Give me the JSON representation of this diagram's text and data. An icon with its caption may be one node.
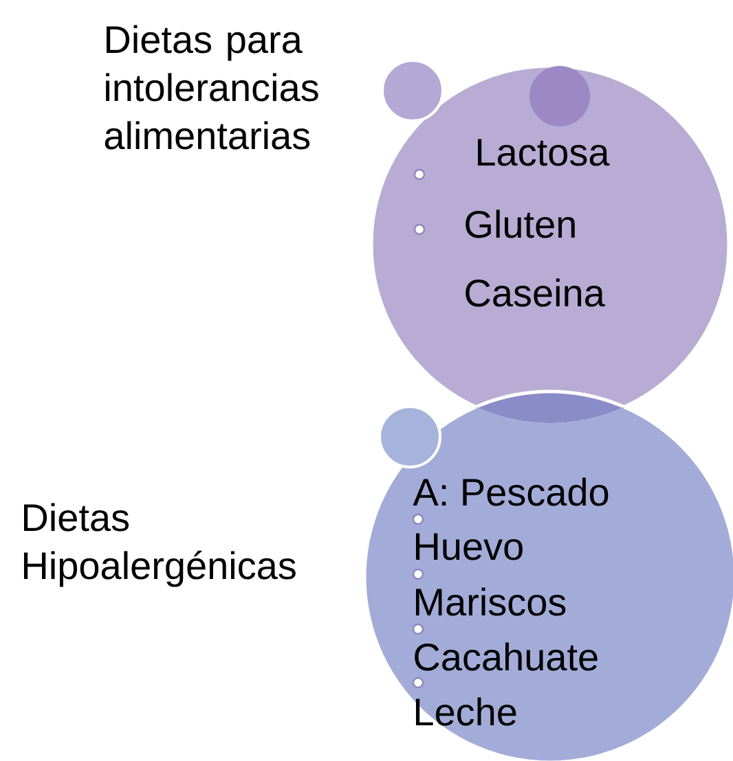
{
  "diagram": {
    "nodes": [
      {
        "text": [
          "Dietas para intolerancias alimentarias",
          "Lactosa",
          "Gluten",
          "Caseina"
        ]
      },
      {
        "text": [
          "Dietas Hipoalergénicas",
          "A: Pescado",
          "Huevo",
          "Mariscos",
          "Cacahuate",
          "Leche"
        ]
      }
    ]
  }
}
